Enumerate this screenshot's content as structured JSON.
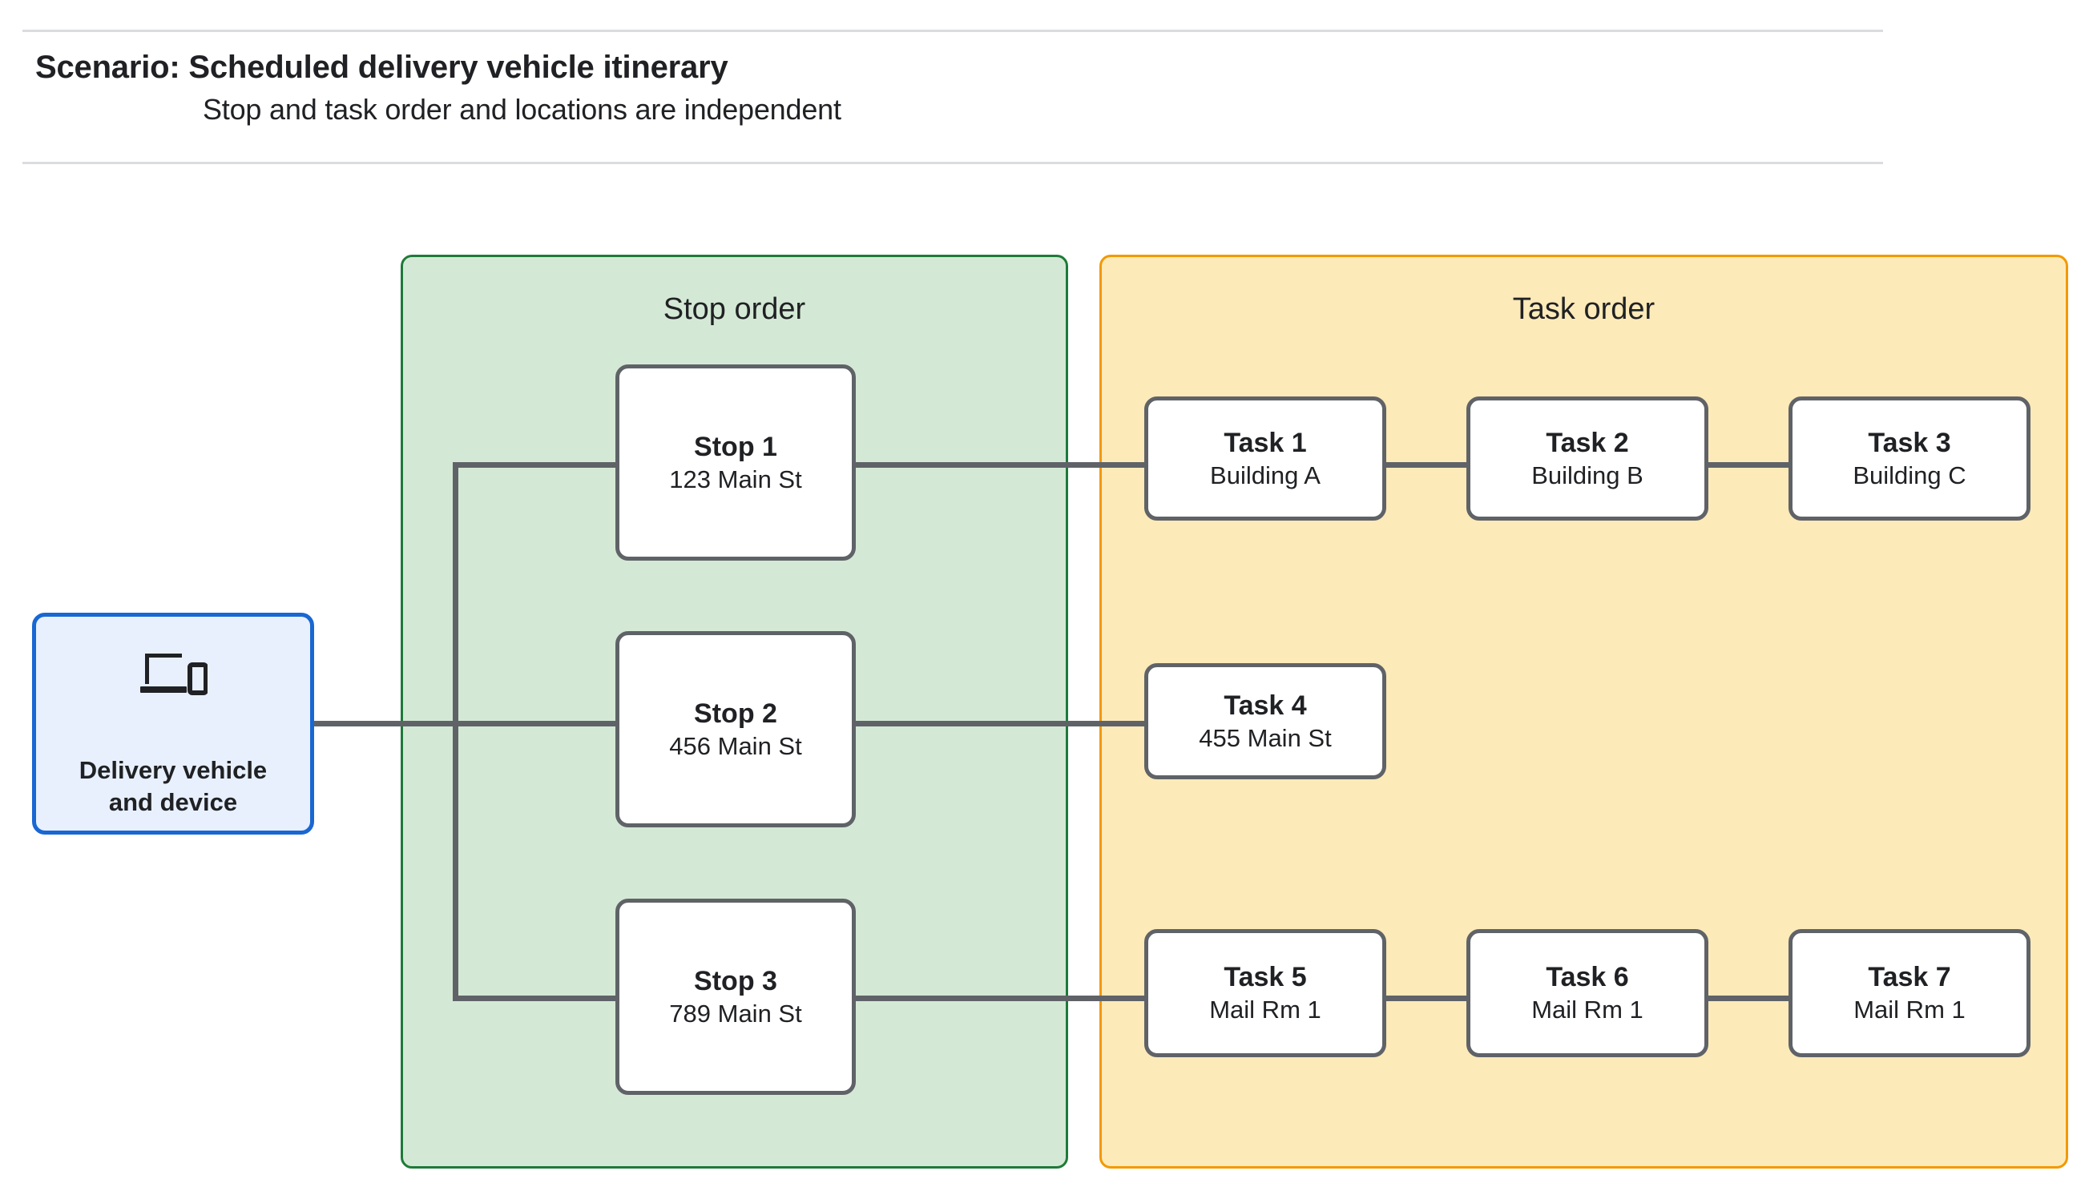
{
  "header": {
    "title": "Scenario: Scheduled delivery vehicle itinerary",
    "subtitle": "Stop and task order and locations are independent"
  },
  "vehicle": {
    "label": "Delivery vehicle\nand device",
    "icon": "devices-icon",
    "border_color": "#1967d2",
    "fill_color": "#e8f0fe"
  },
  "panels": {
    "stop_order": {
      "title": "Stop order",
      "fill_color": "#d4e9d5",
      "border_color": "#1e7a39"
    },
    "task_order": {
      "title": "Task order",
      "fill_color": "#fdeab9",
      "border_color": "#f29900"
    }
  },
  "stops": [
    {
      "title": "Stop 1",
      "location": "123 Main St"
    },
    {
      "title": "Stop 2",
      "location": "456 Main St"
    },
    {
      "title": "Stop 3",
      "location": "789 Main St"
    }
  ],
  "task_rows": [
    [
      {
        "title": "Task 1",
        "location": "Building A"
      },
      {
        "title": "Task 2",
        "location": "Building B"
      },
      {
        "title": "Task 3",
        "location": "Building C"
      }
    ],
    [
      {
        "title": "Task 4",
        "location": "455 Main St"
      }
    ],
    [
      {
        "title": "Task 5",
        "location": "Mail Rm 1"
      },
      {
        "title": "Task 6",
        "location": "Mail Rm 1"
      },
      {
        "title": "Task 7",
        "location": "Mail Rm 1"
      }
    ]
  ],
  "connector_color": "#5f6368",
  "rule_color": "#dadce0"
}
